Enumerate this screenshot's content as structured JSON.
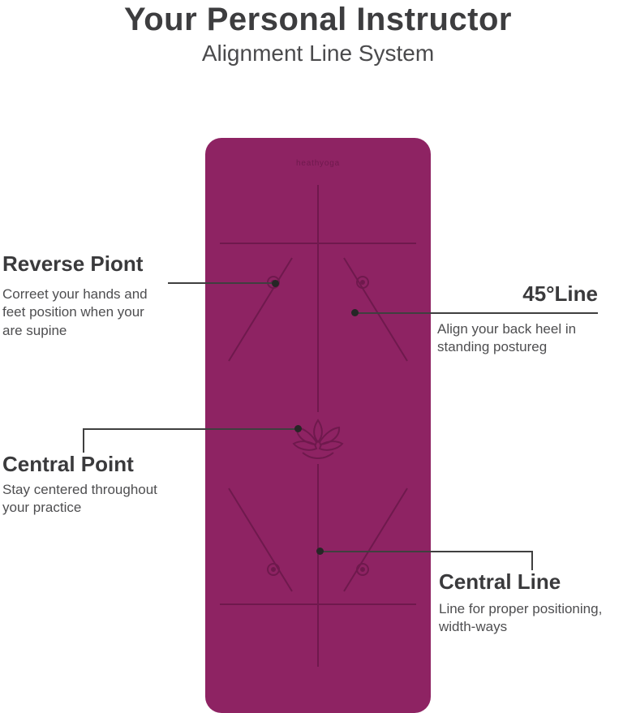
{
  "page": {
    "title": "Your Personal Instructor",
    "subtitle": "Alignment Line System"
  },
  "mat": {
    "brand": "heathyoga",
    "color": "#8e2363",
    "line_color": "#6f194d"
  },
  "connector": {
    "color": "#3f3f3f",
    "dot_color": "#262626"
  },
  "annotations": {
    "reverse_point": {
      "heading": "Reverse Piont",
      "body": "Correet your hands and\nfeet position when your\nare supine"
    },
    "line_45": {
      "heading": "45°Line",
      "body": "Align your back heel in\nstanding postureg"
    },
    "central_point": {
      "heading": "Central Point",
      "body": "Stay centered throughout\nyour practice"
    },
    "central_line": {
      "heading": "Central Line",
      "body": "Line for proper positioning,\nwidth-ways"
    }
  }
}
